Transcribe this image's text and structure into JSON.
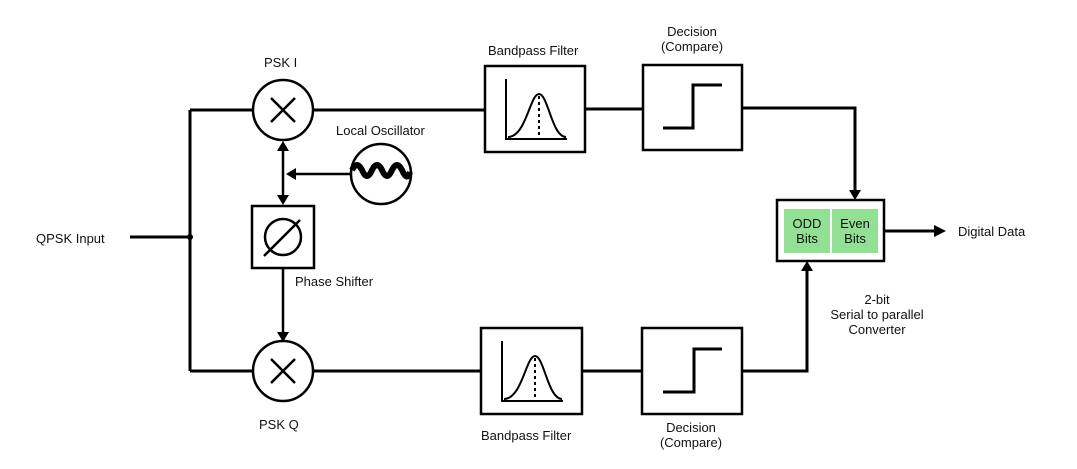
{
  "diagram": {
    "title": "QPSK Demodulator Block Diagram",
    "input": {
      "label": "QPSK Input"
    },
    "mixer_i": {
      "label": "PSK I",
      "icon": "multiply-icon"
    },
    "mixer_q": {
      "label": "PSK Q",
      "icon": "multiply-icon"
    },
    "oscillator": {
      "label": "Local Oscillator",
      "icon": "sine-wave-icon"
    },
    "phase_shifter": {
      "label": "Phase Shifter",
      "icon": "phase-slash-icon"
    },
    "filter_i": {
      "label": "Bandpass Filter",
      "icon": "bell-curve-icon"
    },
    "filter_q": {
      "label": "Bandpass Filter",
      "icon": "bell-curve-icon"
    },
    "decision_i": {
      "label_line1": "Decision",
      "label_line2": "(Compare)",
      "icon": "step-function-icon"
    },
    "decision_q": {
      "label_line1": "Decision",
      "label_line2": "(Compare)",
      "icon": "step-function-icon"
    },
    "converter": {
      "label_line1": "2-bit",
      "label_line2": "Serial to parallel",
      "label_line3": "Converter",
      "cells": [
        {
          "line1": "ODD",
          "line2": "Bits"
        },
        {
          "line1": "Even",
          "line2": "Bits"
        }
      ],
      "cell_color": "#93e094"
    },
    "output": {
      "label": "Digital Data"
    }
  }
}
